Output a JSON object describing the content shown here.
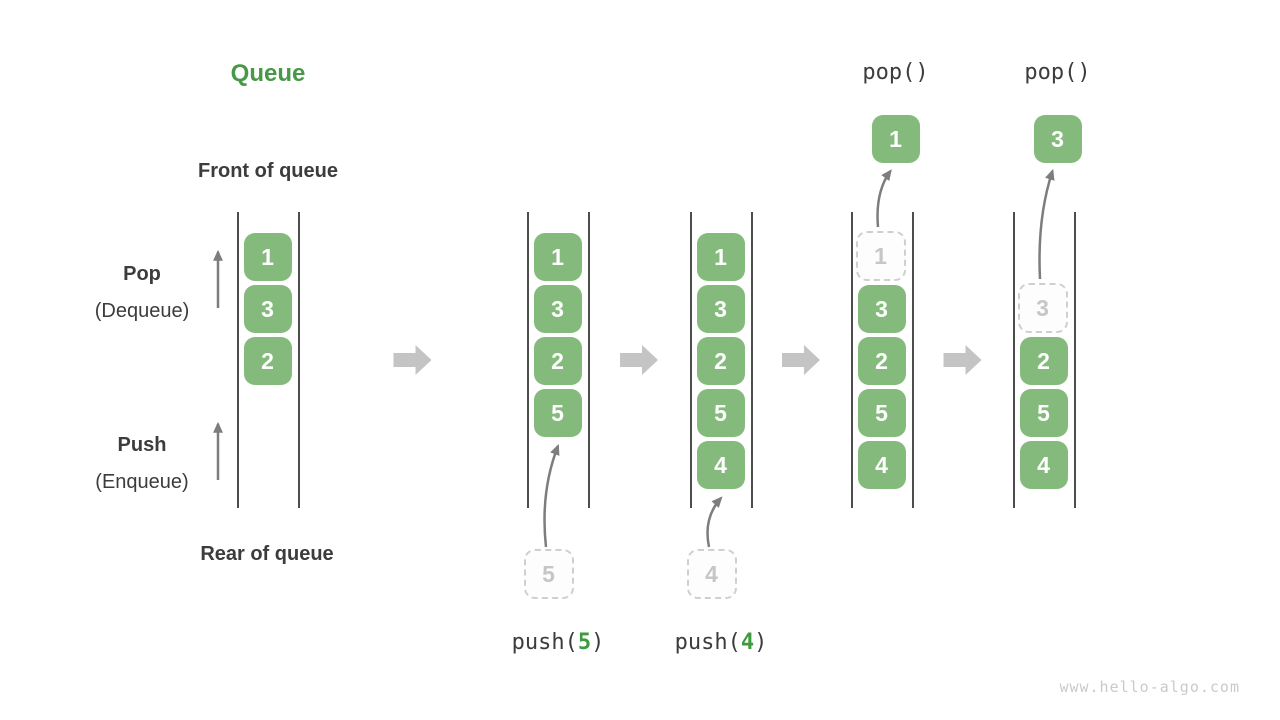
{
  "title": "Queue",
  "labels": {
    "front_of_queue": "Front of queue",
    "rear_of_queue": "Rear of queue",
    "pop": "Pop",
    "pop_paren": "(Dequeue)",
    "push": "Push",
    "push_paren": "(Enqueue)"
  },
  "watermark": "www.hello-algo.com",
  "colors": {
    "box_green": "#85ba7d",
    "title_green": "#479947",
    "arg_green": "#3f9a3f",
    "text_dark": "#3c3c3c",
    "line_dark": "#4d4d4d",
    "block_arrow_gray": "#c4c4c4",
    "thin_arrow_gray": "#7d7d7d",
    "dashed_border": "#cfcfcf",
    "dashed_text": "#c6c6c6",
    "watermark_gray": "#cacaca"
  },
  "states": [
    {
      "name": "initial",
      "cells": [
        {
          "slot": 0,
          "value": "1"
        },
        {
          "slot": 1,
          "value": "3"
        },
        {
          "slot": 2,
          "value": "2"
        }
      ]
    },
    {
      "name": "after-push-5",
      "cells": [
        {
          "slot": 0,
          "value": "1"
        },
        {
          "slot": 1,
          "value": "3"
        },
        {
          "slot": 2,
          "value": "2"
        },
        {
          "slot": 3,
          "value": "5"
        }
      ],
      "operation": {
        "type": "push",
        "pre": "push(",
        "arg": "5",
        "post": ")",
        "incoming": "5"
      }
    },
    {
      "name": "after-push-4",
      "cells": [
        {
          "slot": 0,
          "value": "1"
        },
        {
          "slot": 1,
          "value": "3"
        },
        {
          "slot": 2,
          "value": "2"
        },
        {
          "slot": 3,
          "value": "5"
        },
        {
          "slot": 4,
          "value": "4"
        }
      ],
      "operation": {
        "type": "push",
        "pre": "push(",
        "arg": "4",
        "post": ")",
        "incoming": "4"
      }
    },
    {
      "name": "after-pop-1",
      "cells": [
        {
          "slot": 0,
          "value": "1",
          "dashed": true
        },
        {
          "slot": 1,
          "value": "3"
        },
        {
          "slot": 2,
          "value": "2"
        },
        {
          "slot": 3,
          "value": "5"
        },
        {
          "slot": 4,
          "value": "4"
        }
      ],
      "operation": {
        "type": "pop",
        "label": "pop()",
        "popped": "1"
      }
    },
    {
      "name": "after-pop-3",
      "cells": [
        {
          "slot": 1,
          "value": "3",
          "dashed": true
        },
        {
          "slot": 2,
          "value": "2"
        },
        {
          "slot": 3,
          "value": "5"
        },
        {
          "slot": 4,
          "value": "4"
        }
      ],
      "operation": {
        "type": "pop",
        "label": "pop()",
        "popped": "3"
      }
    }
  ]
}
